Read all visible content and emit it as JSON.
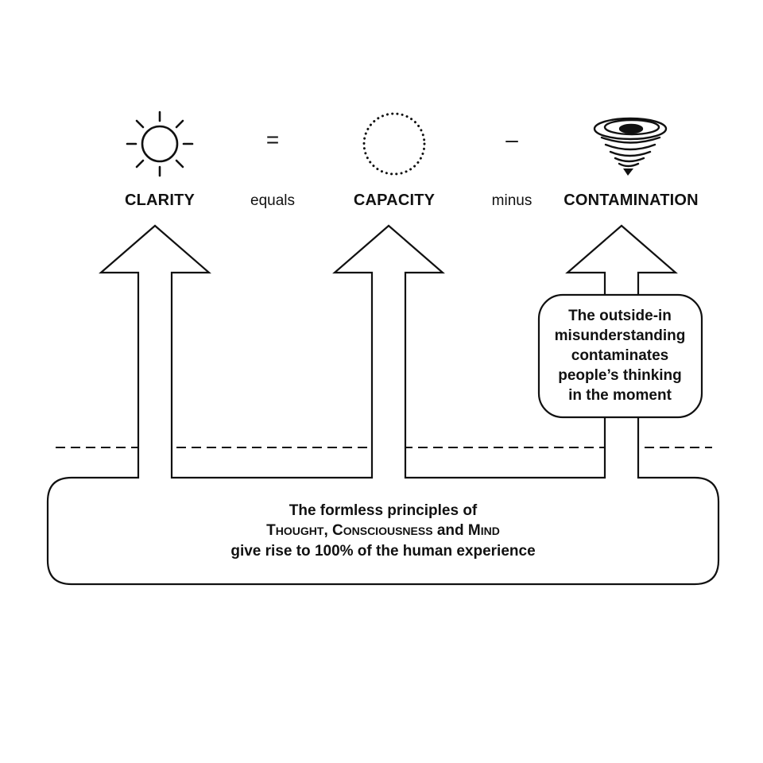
{
  "terms": {
    "clarity": "CLARITY",
    "capacity": "CAPACITY",
    "contamination": "CONTAMINATION"
  },
  "operators": {
    "equals_word": "equals",
    "equals_symbol": "=",
    "minus_word": "minus",
    "minus_symbol": "–"
  },
  "icons": {
    "clarity": "sun-icon",
    "capacity": "dotted-circle-icon",
    "contamination": "tornado-icon"
  },
  "callout": {
    "lines": [
      "The outside-in",
      "misunderstanding",
      "contaminates",
      "people’s thinking",
      "in the moment"
    ]
  },
  "base": {
    "line1": "The formless principles of",
    "line2_parts": [
      {
        "cap": "T",
        "rest": "HOUGHT"
      },
      {
        "text": ", "
      },
      {
        "cap": "C",
        "rest": "ONSCIOUSNESS"
      },
      {
        "text": " and "
      },
      {
        "cap": "M",
        "rest": "IND"
      }
    ],
    "line3": "give rise to 100% of the human experience"
  },
  "colors": {
    "ink": "#111111",
    "background": "#ffffff"
  }
}
